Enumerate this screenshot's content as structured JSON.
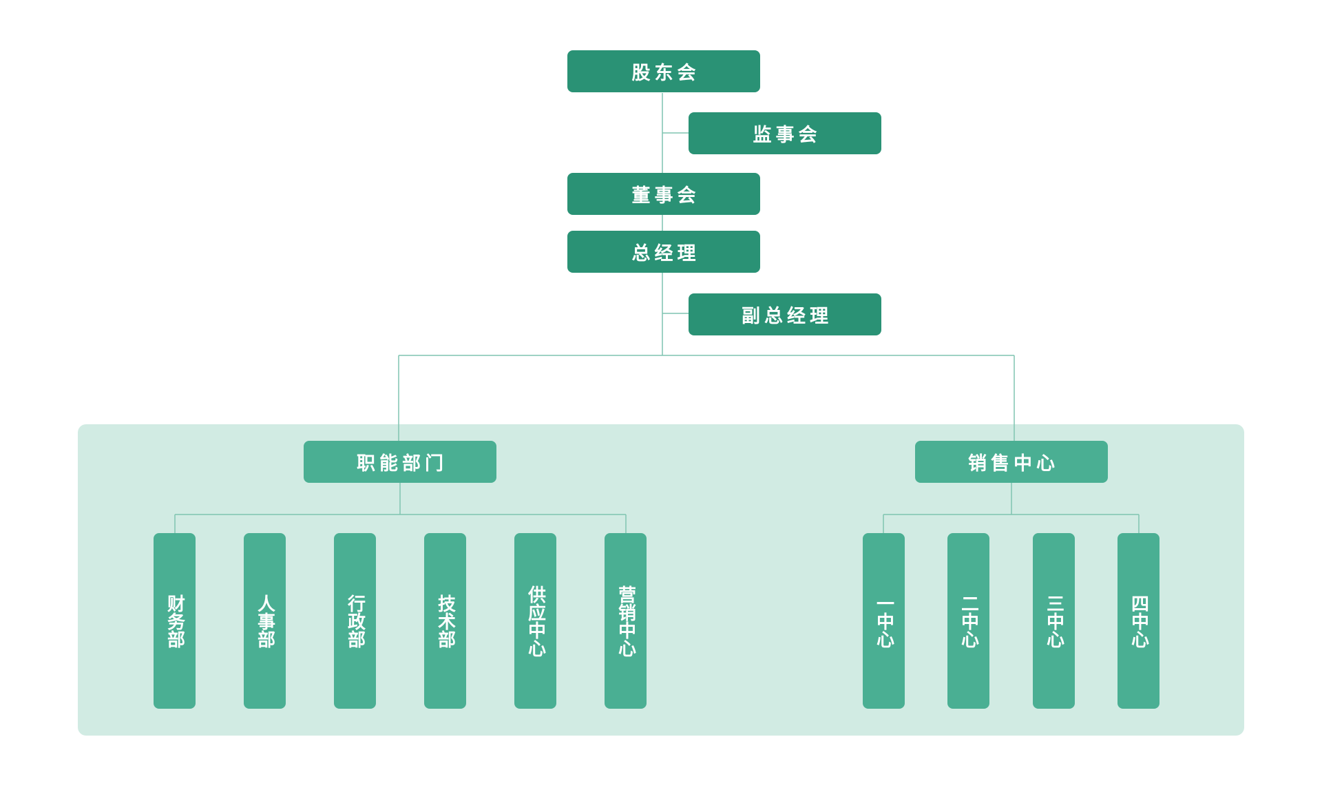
{
  "org": {
    "shareholders": "股东会",
    "supervisors": "监事会",
    "board": "董事会",
    "general_manager": "总经理",
    "deputy_general_manager": "副总经理",
    "functional_departments": {
      "label": "职能部门",
      "items": [
        "财务部",
        "人事部",
        "行政部",
        "技术部",
        "供应中心",
        "营销中心"
      ]
    },
    "sales_center": {
      "label": "销售中心",
      "items": [
        "一中心",
        "二中心",
        "三中心",
        "四中心"
      ]
    }
  },
  "colors": {
    "primary_dark": "#2a9275",
    "primary_mid": "#4aaf93",
    "panel_bg": "#d1ebe3",
    "connector": "#7fc4b0"
  }
}
